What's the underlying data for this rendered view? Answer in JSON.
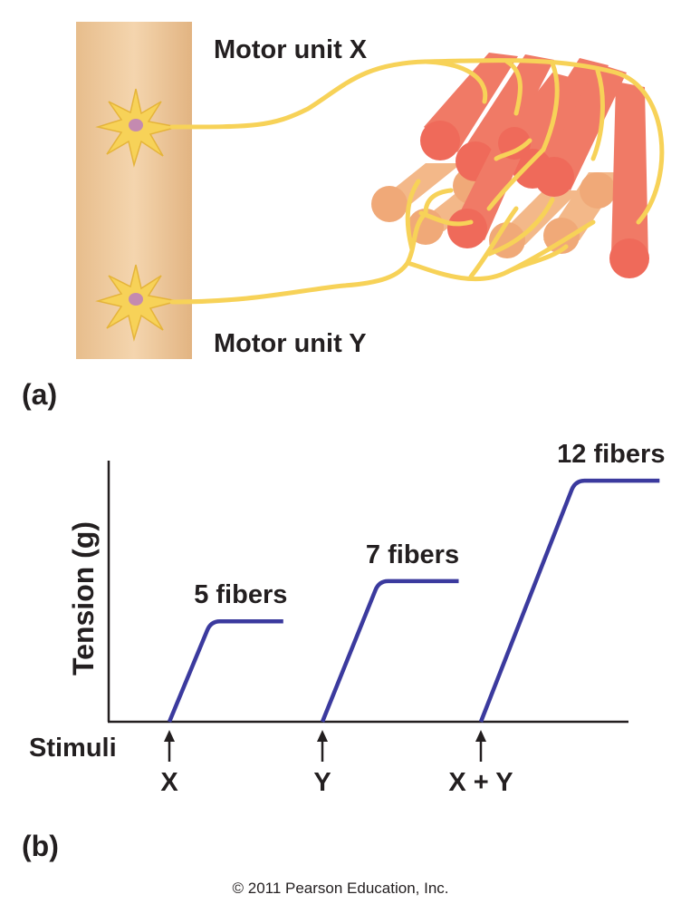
{
  "panel_a": {
    "label": "(a)",
    "motor_unit_x_label": "Motor unit X",
    "motor_unit_y_label": "Motor unit Y"
  },
  "panel_b": {
    "label": "(b)",
    "stimuli_label": "Stimuli"
  },
  "colors": {
    "spinal_cord": "#ecc79b",
    "neuron": "#f7d258",
    "fiber_front": "#f26b5e",
    "fiber_back": "#f2b183",
    "trace": "#3b3a9e",
    "axis": "#231f20"
  },
  "chart_data": {
    "type": "line",
    "ylabel": "Tension (g)",
    "xlabel": "",
    "grid": false,
    "stimuli": [
      {
        "label": "X",
        "fibers": 5,
        "fiber_label": "5 fibers"
      },
      {
        "label": "Y",
        "fibers": 7,
        "fiber_label": "7 fibers"
      },
      {
        "label": "X + Y",
        "fibers": 12,
        "fiber_label": "12 fibers"
      }
    ],
    "ylim": [
      0,
      13
    ]
  },
  "footer": {
    "copyright": "© 2011 Pearson Education, Inc."
  }
}
